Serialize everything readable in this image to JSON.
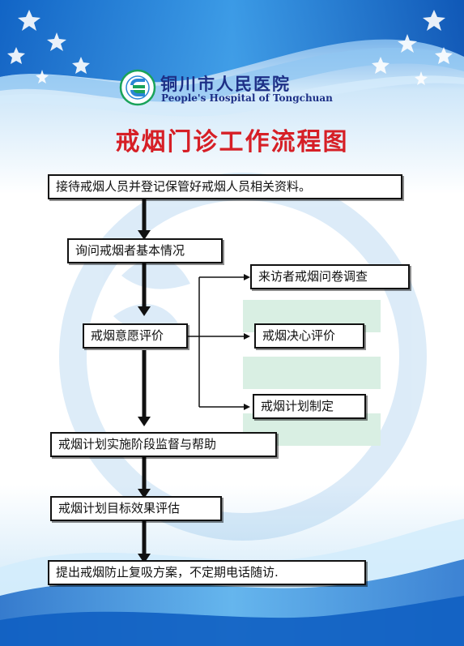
{
  "hospital": {
    "name_cn": "铜川市人民医院",
    "name_en": "People's Hospital of Tongchuan"
  },
  "title": "戒烟门诊工作流程图",
  "steps": [
    "接待戒烟人员并登记保管好戒烟人员相关资料。",
    "询问戒烟者基本情况",
    "戒烟意愿评价",
    "戒烟计划实施阶段监督与帮助",
    "戒烟计划目标效果评估",
    "提出戒烟防止复吸方案，不定期电话随访."
  ],
  "evaluation_items": [
    "来访者戒烟问卷调查",
    "戒烟决心评价",
    "戒烟计划制定"
  ],
  "colors": {
    "title_red": "#d61f26",
    "hospital_blue": "#1d2f86",
    "logo_green": "#1aa35a",
    "sky_blue": "#2a86d6"
  },
  "icons": [
    "star-icon",
    "hospital-emblem-icon"
  ]
}
